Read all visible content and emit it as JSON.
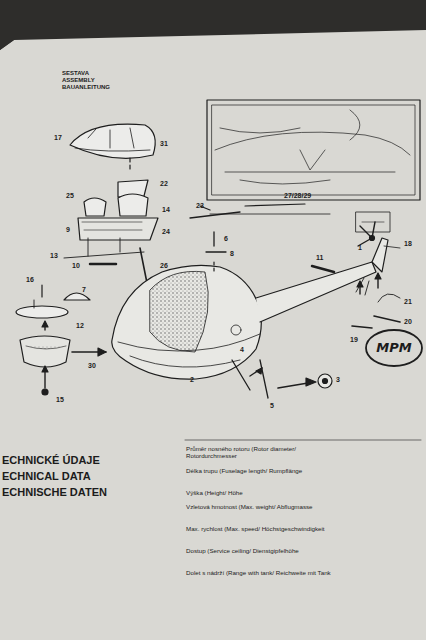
{
  "diagram": {
    "labels": [
      "SESTAVA",
      "ASSEMBLY",
      "BAUANLEITUNG",
      "17",
      "31",
      "22",
      "25",
      "14",
      "9",
      "24",
      "13",
      "10",
      "16",
      "7",
      "12",
      "30",
      "15",
      "26",
      "2",
      "23",
      "6",
      "8",
      "27/28/29",
      "11",
      "1",
      "18",
      "21",
      "20",
      "19",
      "4",
      "5",
      "3",
      "MPM",
      "ECHNICKÉ ÚDAJE",
      "ECHNICAL DATA",
      "ECHNISCHE DATEN",
      "Průměr nosného rotoru (Rotor diameter/ Rotordurchmesser",
      "Délka trupu (Fuselage length/ Rumpflänge",
      "Výška (Height/ Höhe",
      "Vzletová hmotnost (Max. weight/ Abflugmasse",
      "Max. rychlost (Max. speed/ Höchstgeschwindigkeit",
      "Dostup (Service ceiling/ Dienstgipfelhöhe",
      "Dolet s nádrží (Range with tank/ Reichweite mit Tank"
    ]
  }
}
